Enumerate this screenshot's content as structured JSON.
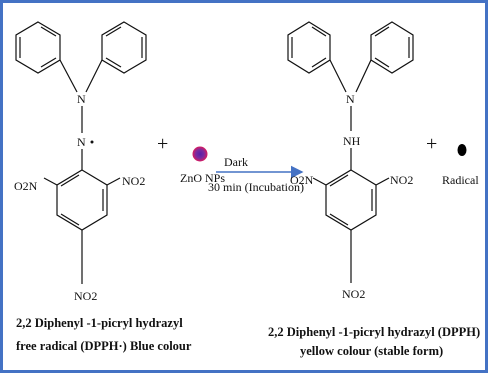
{
  "colors": {
    "frame": "#4472C4",
    "arrow": "#4472C4",
    "zno_outer": "#c2185b",
    "zno_inner": "#5a1ea8",
    "radical_dot": "#000000"
  },
  "reactant": {
    "n_top": "N",
    "n_bottom": "N",
    "no2_left": "O2N",
    "no2_right": "NO2",
    "no2_bottom": "NO2",
    "caption_line1": "2,2 Diphenyl -1-picryl hydrazyl",
    "caption_line2": "free radical (DPPH·) Blue colour"
  },
  "plus1": "+",
  "zno_label": "ZnO NPs",
  "arrow": {
    "top_label": "Dark",
    "bottom_label": "30 min (Incubation)"
  },
  "product": {
    "n_top": "N",
    "nh": "NH",
    "no2_left": "O2N",
    "no2_right": "NO2",
    "no2_bottom": "NO2",
    "caption_line1": "2,2 Diphenyl -1-picryl hydrazyl (DPPH)",
    "caption_line2": "yellow colour (stable form)"
  },
  "plus2": "+",
  "radical_label": "Radical"
}
